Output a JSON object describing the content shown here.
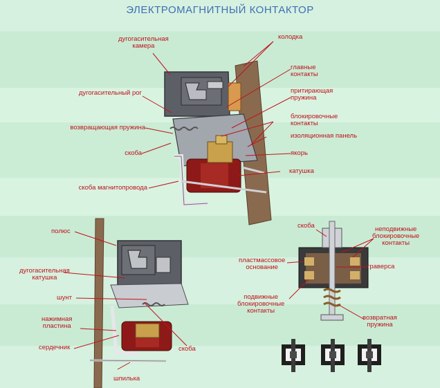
{
  "title": "ЭЛЕКТРОМАГНИТНЫЙ  КОНТАКТОР",
  "colors": {
    "background": "#d6f1df",
    "band": "#c8ead3",
    "title": "#3f6fb6",
    "label": "#c0121c",
    "leader": "#c0121c"
  },
  "top_diagram": {
    "labels": {
      "arc_chamber": "дугогасительная\nкамера",
      "arc_horn": "дугогасительный рог",
      "return_spring": "возвращающая пружина",
      "bracket": "скоба",
      "magnetic_bracket": "скоба магнитопровода",
      "block": "колодка",
      "main_contacts": "главные\nконтакты",
      "lapping_spring": "притирающая\nпружина",
      "interlock_contacts": "блокировочные\nконтакты",
      "insulation_panel": "изоляционная панель",
      "armature": "якорь",
      "coil": "катушка"
    }
  },
  "bottom_left_diagram": {
    "labels": {
      "pole": "полюс",
      "arc_coil": "дугогасительная\nкатушка",
      "shunt": "шунт",
      "pressure_plate": "нажимная\nпластина",
      "core": "сердечник",
      "stud": "шпилька",
      "bracket": "скоба"
    }
  },
  "bottom_right_diagram": {
    "labels": {
      "bracket": "скоба",
      "fixed_interlock": "неподвижные\nблокировочные\nконтакты",
      "plastic_base": "пластмассовое\nоснование",
      "traverse": "траверса",
      "moving_interlock": "подвижные\nблокировочные\nконтакты",
      "return_spring": "возвратная\nпружина"
    }
  }
}
